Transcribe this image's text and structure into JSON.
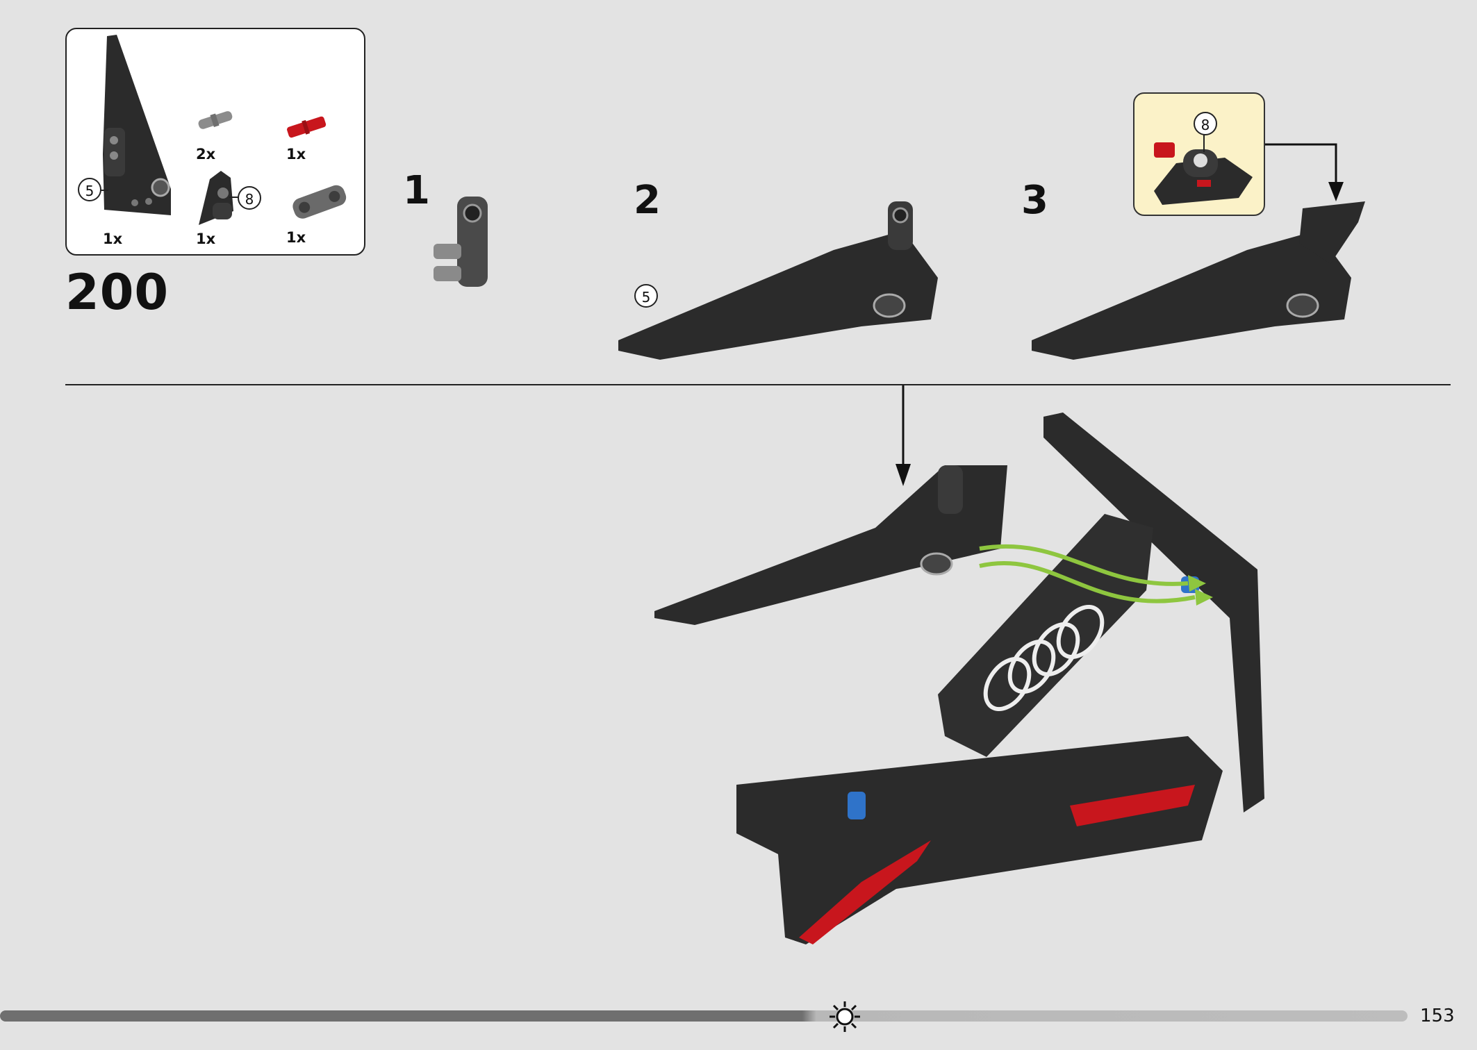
{
  "step": {
    "number": "200"
  },
  "parts_list": {
    "items": [
      {
        "name": "wing-panel",
        "qty": "1x",
        "callout": "5",
        "color": "#2b2b2b"
      },
      {
        "name": "grey-pin",
        "qty": "2x",
        "color": "#8c8c8c"
      },
      {
        "name": "red-axle-pin",
        "qty": "1x",
        "color": "#c8161d"
      },
      {
        "name": "small-wing-clip",
        "qty": "1x",
        "callout": "8",
        "color": "#2b2b2b"
      },
      {
        "name": "grey-connector",
        "qty": "1x",
        "color": "#6a6a6a"
      }
    ]
  },
  "substeps": [
    {
      "number": "1"
    },
    {
      "number": "2",
      "callout": "5"
    },
    {
      "number": "3"
    }
  ],
  "subassembly": {
    "callout": "8"
  },
  "colors": {
    "brick_black": "#2b2b2b",
    "accent_red": "#c8161d",
    "arrow_green": "#8ec63f",
    "pin_blue": "#2f73c9"
  },
  "footer": {
    "page_number": "153",
    "icon": "sun-gear-icon"
  }
}
